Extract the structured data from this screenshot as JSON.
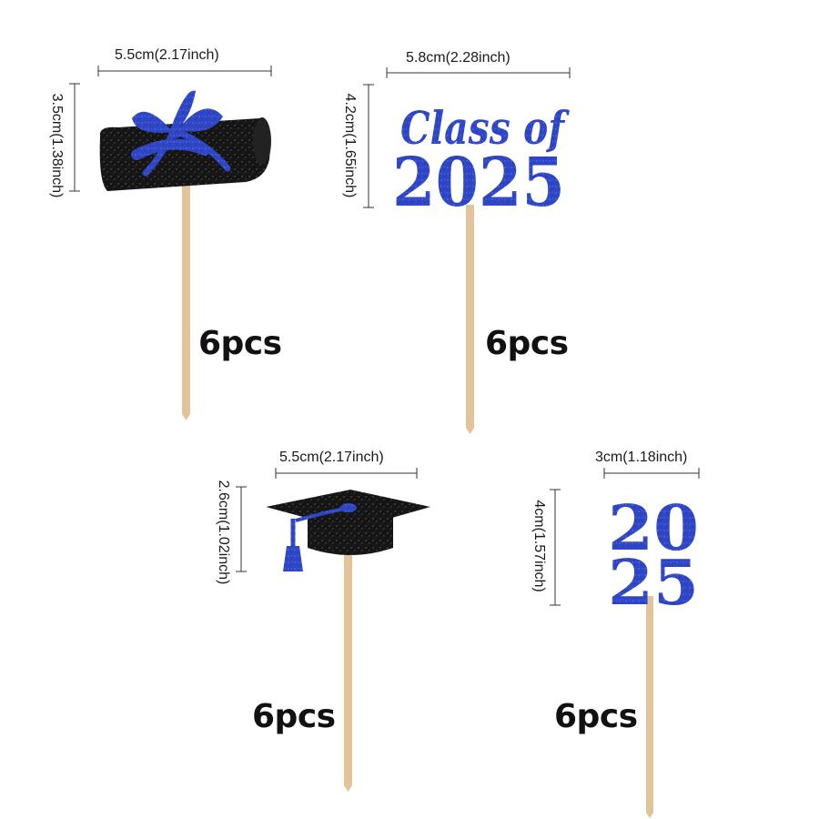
{
  "items": [
    {
      "name": "diploma-scroll",
      "width_label": "5.5cm(2.17inch)",
      "height_label": "3.5cm(1.38inch)",
      "quantity": "6pcs"
    },
    {
      "name": "class-of-2025",
      "topper_line1": "Class of",
      "topper_line2": "2025",
      "width_label": "5.8cm(2.28inch)",
      "height_label": "4.2cm(1.65inch)",
      "quantity": "6pcs"
    },
    {
      "name": "graduation-cap",
      "width_label": "5.5cm(2.17inch)",
      "height_label": "2.6cm(1.02inch)",
      "quantity": "6pcs"
    },
    {
      "name": "stacked-2025",
      "topper_top": "20",
      "topper_bottom": "25",
      "width_label": "3cm(1.18inch)",
      "height_label": "4cm(1.57inch)",
      "quantity": "6pcs"
    }
  ],
  "colors": {
    "glitter_blue": "#2f47c6",
    "glitter_black": "#141414",
    "stick": "#e2c39a"
  }
}
